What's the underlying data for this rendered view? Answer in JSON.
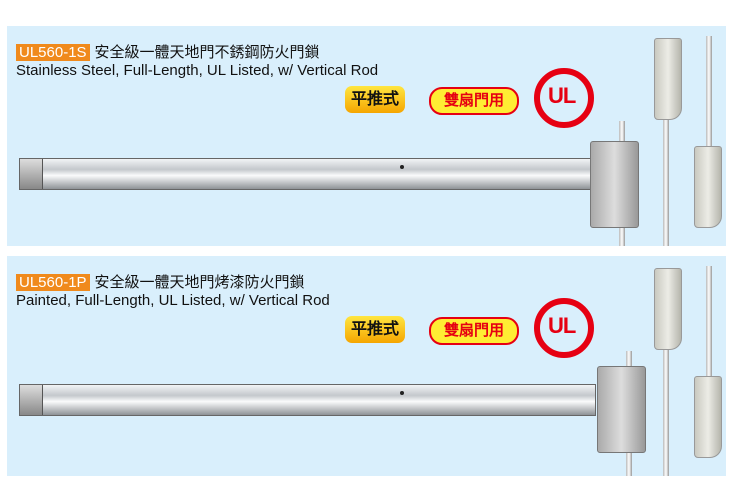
{
  "products": [
    {
      "code": "UL560-1S",
      "title_zh": "安全級一體天地門不銹鋼防火門鎖",
      "title_en": "Stainless Steel, Full-Length, UL Listed, w/ Vertical Rod",
      "badge_push": "平推式",
      "badge_double": "雙扇門用",
      "ul_mark": "UL"
    },
    {
      "code": "UL560-1P",
      "title_zh": "安全級一體天地門烤漆防火門鎖",
      "title_en": "Painted, Full-Length, UL Listed, w/ Vertical Rod",
      "badge_push": "平推式",
      "badge_double": "雙扇門用",
      "ul_mark": "UL"
    }
  ]
}
